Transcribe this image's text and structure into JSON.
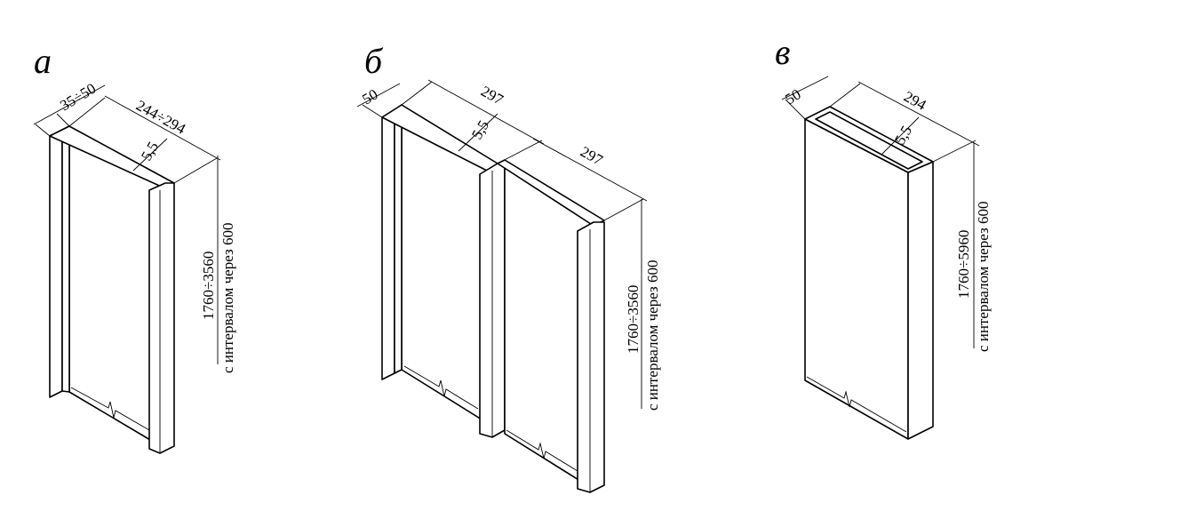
{
  "panels": [
    {
      "label": "а",
      "dims": {
        "flange": "35÷50",
        "width": "244÷294",
        "thickness": "5,5",
        "length": "1760÷3560",
        "interval": "с интервалом через 600"
      }
    },
    {
      "label": "б",
      "dims": {
        "flange": "50",
        "width1": "297",
        "width2": "297",
        "thickness": "5,5",
        "length": "1760÷3560",
        "interval": "с интервалом через 600"
      }
    },
    {
      "label": "в",
      "dims": {
        "flange": "50",
        "width": "294",
        "thickness": "5,5",
        "length": "1760÷5960",
        "interval": "с интервалом через 600"
      }
    }
  ]
}
